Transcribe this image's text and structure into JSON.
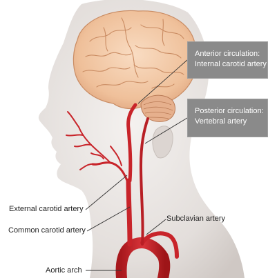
{
  "callouts": {
    "anterior": {
      "line1": "Anterior circulation:",
      "line2": "Internal carotid artery"
    },
    "posterior": {
      "line1": "Posterior circulation:",
      "line2": "Vertebral artery"
    }
  },
  "labels": {
    "external_carotid": "External carotid artery",
    "common_carotid": "Common carotid artery",
    "subclavian": "Subclavian artery",
    "aortic_arch": "Aortic arch"
  },
  "colors": {
    "skin": "#e8e4e2",
    "brain": "#f2c8a8",
    "artery": "#c8242a",
    "callout_bg": "#8a8a8a",
    "leader": "#333333"
  }
}
